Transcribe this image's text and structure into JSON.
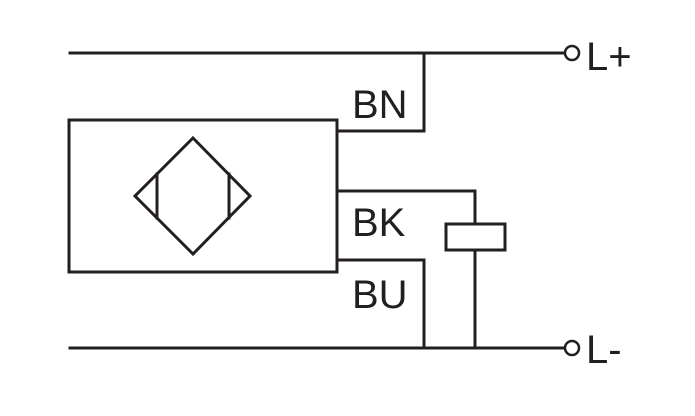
{
  "wires": {
    "brown": "BN",
    "black": "BK",
    "blue": "BU"
  },
  "terminals": {
    "positive": "L+",
    "negative": "L-"
  },
  "colors": {
    "line": "#231f20",
    "background": "#ffffff"
  },
  "icons": {
    "sensor_symbol": "inductive-sensor-diamond-icon",
    "load": "load-resistor-icon"
  }
}
